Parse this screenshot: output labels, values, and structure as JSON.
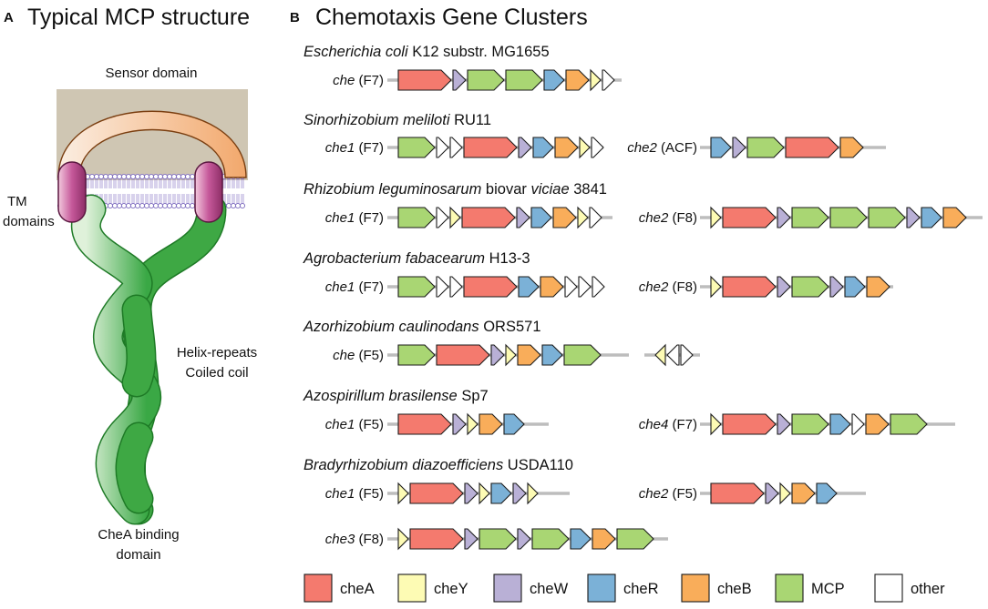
{
  "panel_a": {
    "letter": "A",
    "title": "Typical MCP structure",
    "sensor_label": "Sensor domain",
    "tm_label_1": "TM",
    "tm_label_2": "domains",
    "helix_label_1": "Helix-repeats",
    "helix_label_2": "Coiled coil",
    "chea_label_1": "CheA binding",
    "chea_label_2": "domain"
  },
  "panel_b": {
    "letter": "B",
    "title": "Chemotaxis Gene Clusters"
  },
  "colors": {
    "cheA": "#f47a6e",
    "cheY": "#fdfbb4",
    "cheW": "#b9b0d6",
    "cheR": "#7bb1d7",
    "cheB": "#f9ad5a",
    "MCP": "#a9d673",
    "other": "#ffffff",
    "line": "#bdbdbd",
    "membrane": "#7d6bbf",
    "sensor_box": "#cfc6b3",
    "coil": "#3ea844",
    "tm": "#c1508e"
  },
  "organisms": [
    {
      "italic": "Escherichia coli",
      "rest": " K12 substr. MG1655"
    },
    {
      "italic": "Sinorhizobium meliloti",
      "rest": " RU11"
    },
    {
      "italic": "Rhizobium leguminosarum",
      "rest": " biovar ",
      "italic2": "viciae",
      "rest2": " 3841"
    },
    {
      "italic": "Agrobacterium fabacearum",
      "rest": " H13-3"
    },
    {
      "italic": "Azorhizobium caulinodans",
      "rest": " ORS571"
    },
    {
      "italic": "Azospirillum brasilense",
      "rest": " Sp7"
    },
    {
      "italic": "Bradyrhizobium diazoefficiens",
      "rest": " USDA110"
    }
  ],
  "clusters": [
    {
      "name": "che",
      "cls": "(F7)",
      "genes": [
        "cheA",
        "cheW",
        "MCP",
        "MCP",
        "cheR",
        "cheB",
        "cheY",
        "other"
      ]
    },
    {
      "name": "che1",
      "cls": "(F7)",
      "genes": [
        "MCP",
        "other",
        "other",
        "cheA",
        "cheW",
        "cheR",
        "cheB",
        "cheY",
        "other"
      ]
    },
    {
      "name": "che2",
      "cls": "(ACF)",
      "genes": [
        "cheR",
        "cheW",
        "MCP",
        "cheA",
        "cheB"
      ]
    },
    {
      "name": "che1",
      "cls": "(F7)",
      "genes": [
        "MCP",
        "other",
        "cheY",
        "cheA",
        "cheW",
        "cheR",
        "cheB",
        "cheY",
        "other"
      ]
    },
    {
      "name": "che2",
      "cls": "(F8)",
      "genes": [
        "cheY",
        "cheA",
        "cheW",
        "MCP",
        "MCP",
        "MCP",
        "cheW",
        "cheR",
        "cheB"
      ]
    },
    {
      "name": "che1",
      "cls": "(F7)",
      "genes": [
        "MCP",
        "other",
        "other",
        "cheA",
        "cheR",
        "cheB",
        "other",
        "other",
        "other"
      ]
    },
    {
      "name": "che2",
      "cls": "(F8)",
      "genes": [
        "cheY",
        "cheA",
        "cheW",
        "MCP",
        "cheW",
        "cheR",
        "cheB"
      ]
    },
    {
      "name": "che",
      "cls": "(F5)",
      "genes": [
        "MCP",
        "cheA",
        "cheW",
        "cheY",
        "cheB",
        "cheR",
        "MCP"
      ]
    },
    {
      "name": "",
      "cls": "",
      "genes": [
        "cheY",
        "other",
        "other"
      ]
    },
    {
      "name": "che1",
      "cls": "(F5)",
      "genes": [
        "cheA",
        "cheW",
        "cheY",
        "cheB",
        "cheR"
      ]
    },
    {
      "name": "che4",
      "cls": "(F7)",
      "genes": [
        "cheY",
        "cheA",
        "cheW",
        "MCP",
        "cheR",
        "other",
        "cheB",
        "MCP"
      ]
    },
    {
      "name": "che1",
      "cls": "(F5)",
      "genes": [
        "cheY",
        "cheA",
        "cheW",
        "cheY",
        "cheR",
        "cheW",
        "cheY"
      ]
    },
    {
      "name": "che2",
      "cls": "(F5)",
      "genes": [
        "cheA",
        "cheW",
        "cheY",
        "cheB",
        "cheR"
      ]
    },
    {
      "name": "che3",
      "cls": "(F8)",
      "genes": [
        "cheY",
        "cheA",
        "cheW",
        "MCP",
        "cheW",
        "MCP",
        "cheR",
        "cheB",
        "MCP"
      ]
    }
  ],
  "legend": [
    {
      "key": "cheA",
      "label": "cheA"
    },
    {
      "key": "cheY",
      "label": "cheY"
    },
    {
      "key": "cheW",
      "label": "cheW"
    },
    {
      "key": "cheR",
      "label": "cheR"
    },
    {
      "key": "cheB",
      "label": "cheB"
    },
    {
      "key": "MCP",
      "label": "MCP"
    },
    {
      "key": "other",
      "label": "other"
    }
  ]
}
